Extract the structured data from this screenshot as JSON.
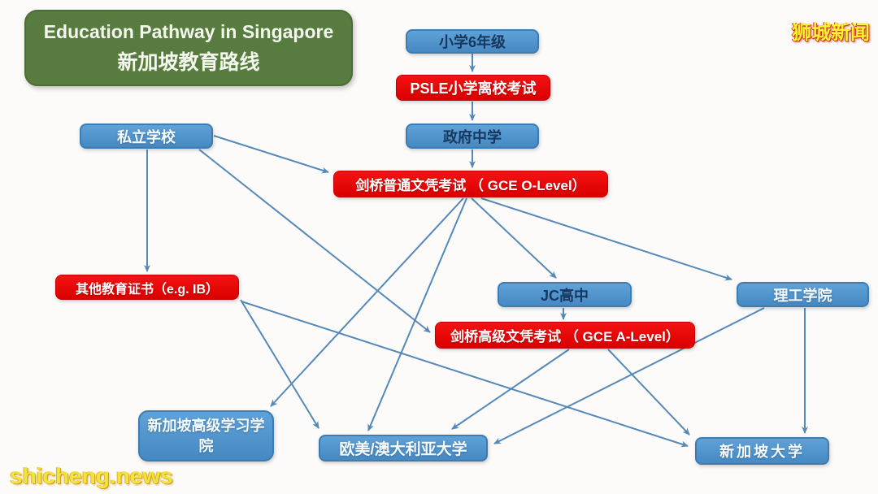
{
  "title": {
    "line1": "Education Pathway in Singapore",
    "line2": "新加坡教育路线"
  },
  "watermarks": {
    "top_right": "狮城新闻",
    "bottom_left": "shicheng.news"
  },
  "colors": {
    "background": "#fcfbfa",
    "node_blue": "#4f93cc",
    "node_blue_border": "#3d7cb0",
    "node_red": "#e60000",
    "title_green": "#587c3f",
    "arrow_blue": "#5589b9",
    "text_navy": "#17375e",
    "text_white": "#ffffff",
    "watermark_yellow": "#fdf335",
    "watermark_outline_red": "#d02c1c"
  },
  "nodes": {
    "primary6": {
      "label": "小学6年级",
      "type": "blue"
    },
    "psle": {
      "label": "PSLE小学离校考试",
      "type": "red"
    },
    "private": {
      "label": "私立学校",
      "type": "blue"
    },
    "govsec": {
      "label": "政府中学",
      "type": "blue"
    },
    "olevel": {
      "label": "剑桥普通文凭考试 （ GCE O-Level）",
      "type": "red"
    },
    "other": {
      "label": "其他教育证书（e.g. IB）",
      "type": "red"
    },
    "jc": {
      "label": "JC高中",
      "type": "blue"
    },
    "poly": {
      "label": "理工学院",
      "type": "blue"
    },
    "alevel": {
      "label": "剑桥高级文凭考试 （ GCE A-Level）",
      "type": "red"
    },
    "sim": {
      "label": "新加坡高级学习学院",
      "type": "blue"
    },
    "overseas": {
      "label": "欧美/澳大利亚大学",
      "type": "blue"
    },
    "sgu": {
      "label": "新加坡大学",
      "type": "blue"
    }
  },
  "edges": [
    {
      "from": "primary6",
      "to": "psle"
    },
    {
      "from": "psle",
      "to": "govsec"
    },
    {
      "from": "govsec",
      "to": "olevel"
    },
    {
      "from": "private",
      "to": "other"
    },
    {
      "from": "private",
      "to": "olevel"
    },
    {
      "from": "private",
      "to": "alevel"
    },
    {
      "from": "olevel",
      "to": "jc"
    },
    {
      "from": "olevel",
      "to": "poly"
    },
    {
      "from": "olevel",
      "to": "sim"
    },
    {
      "from": "olevel",
      "to": "overseas"
    },
    {
      "from": "jc",
      "to": "alevel"
    },
    {
      "from": "alevel",
      "to": "overseas"
    },
    {
      "from": "alevel",
      "to": "sgu"
    },
    {
      "from": "poly",
      "to": "sgu"
    },
    {
      "from": "poly",
      "to": "overseas"
    },
    {
      "from": "other",
      "to": "overseas"
    },
    {
      "from": "other",
      "to": "sgu"
    }
  ]
}
